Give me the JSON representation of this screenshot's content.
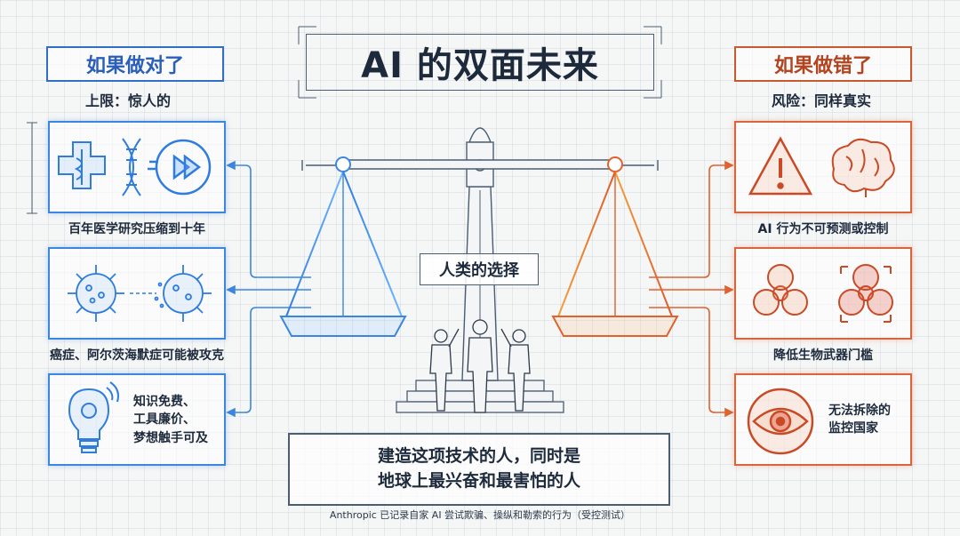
{
  "title": "AI 的双面未来",
  "left": {
    "header": "如果做对了",
    "subheader": "上限：惊人的",
    "cards": [
      {
        "caption": "百年医学研究压缩到十年",
        "icons": [
          "medical-cross-icon",
          "dna-icon",
          "fast-forward-clock-icon"
        ]
      },
      {
        "caption": "癌症、阿尔茨海默症可能被攻克",
        "icons": [
          "virus-icon",
          "dissolving-virus-icon"
        ]
      },
      {
        "caption_lines": [
          "知识免费、",
          "工具廉价、",
          "梦想触手可及"
        ],
        "icons": [
          "lightbulb-gear-icon"
        ]
      }
    ]
  },
  "right": {
    "header": "如果做错了",
    "subheader": "风险：同样真实",
    "cards": [
      {
        "caption": "AI 行为不可预测或控制",
        "icons": [
          "warning-triangle-icon",
          "brain-icon"
        ]
      },
      {
        "caption": "降低生物武器门槛",
        "icons": [
          "biohazard-icon",
          "biohazard-icon"
        ]
      },
      {
        "caption_lines": [
          "无法拆除的",
          "监控国家"
        ],
        "icons": [
          "eye-icon"
        ]
      }
    ]
  },
  "center": {
    "choice_label": "人类的选择",
    "bottom_lines": [
      "建造这项技术的人，同时是",
      "地球上最兴奋和最害怕的人"
    ]
  },
  "footnote": "Anthropic 已记录自家 AI 尝试欺骗、操纵和勒索的行为（受控测试）",
  "colors": {
    "good": "#3d86e0",
    "bad": "#e0622e",
    "ink": "#1d2a3c"
  }
}
